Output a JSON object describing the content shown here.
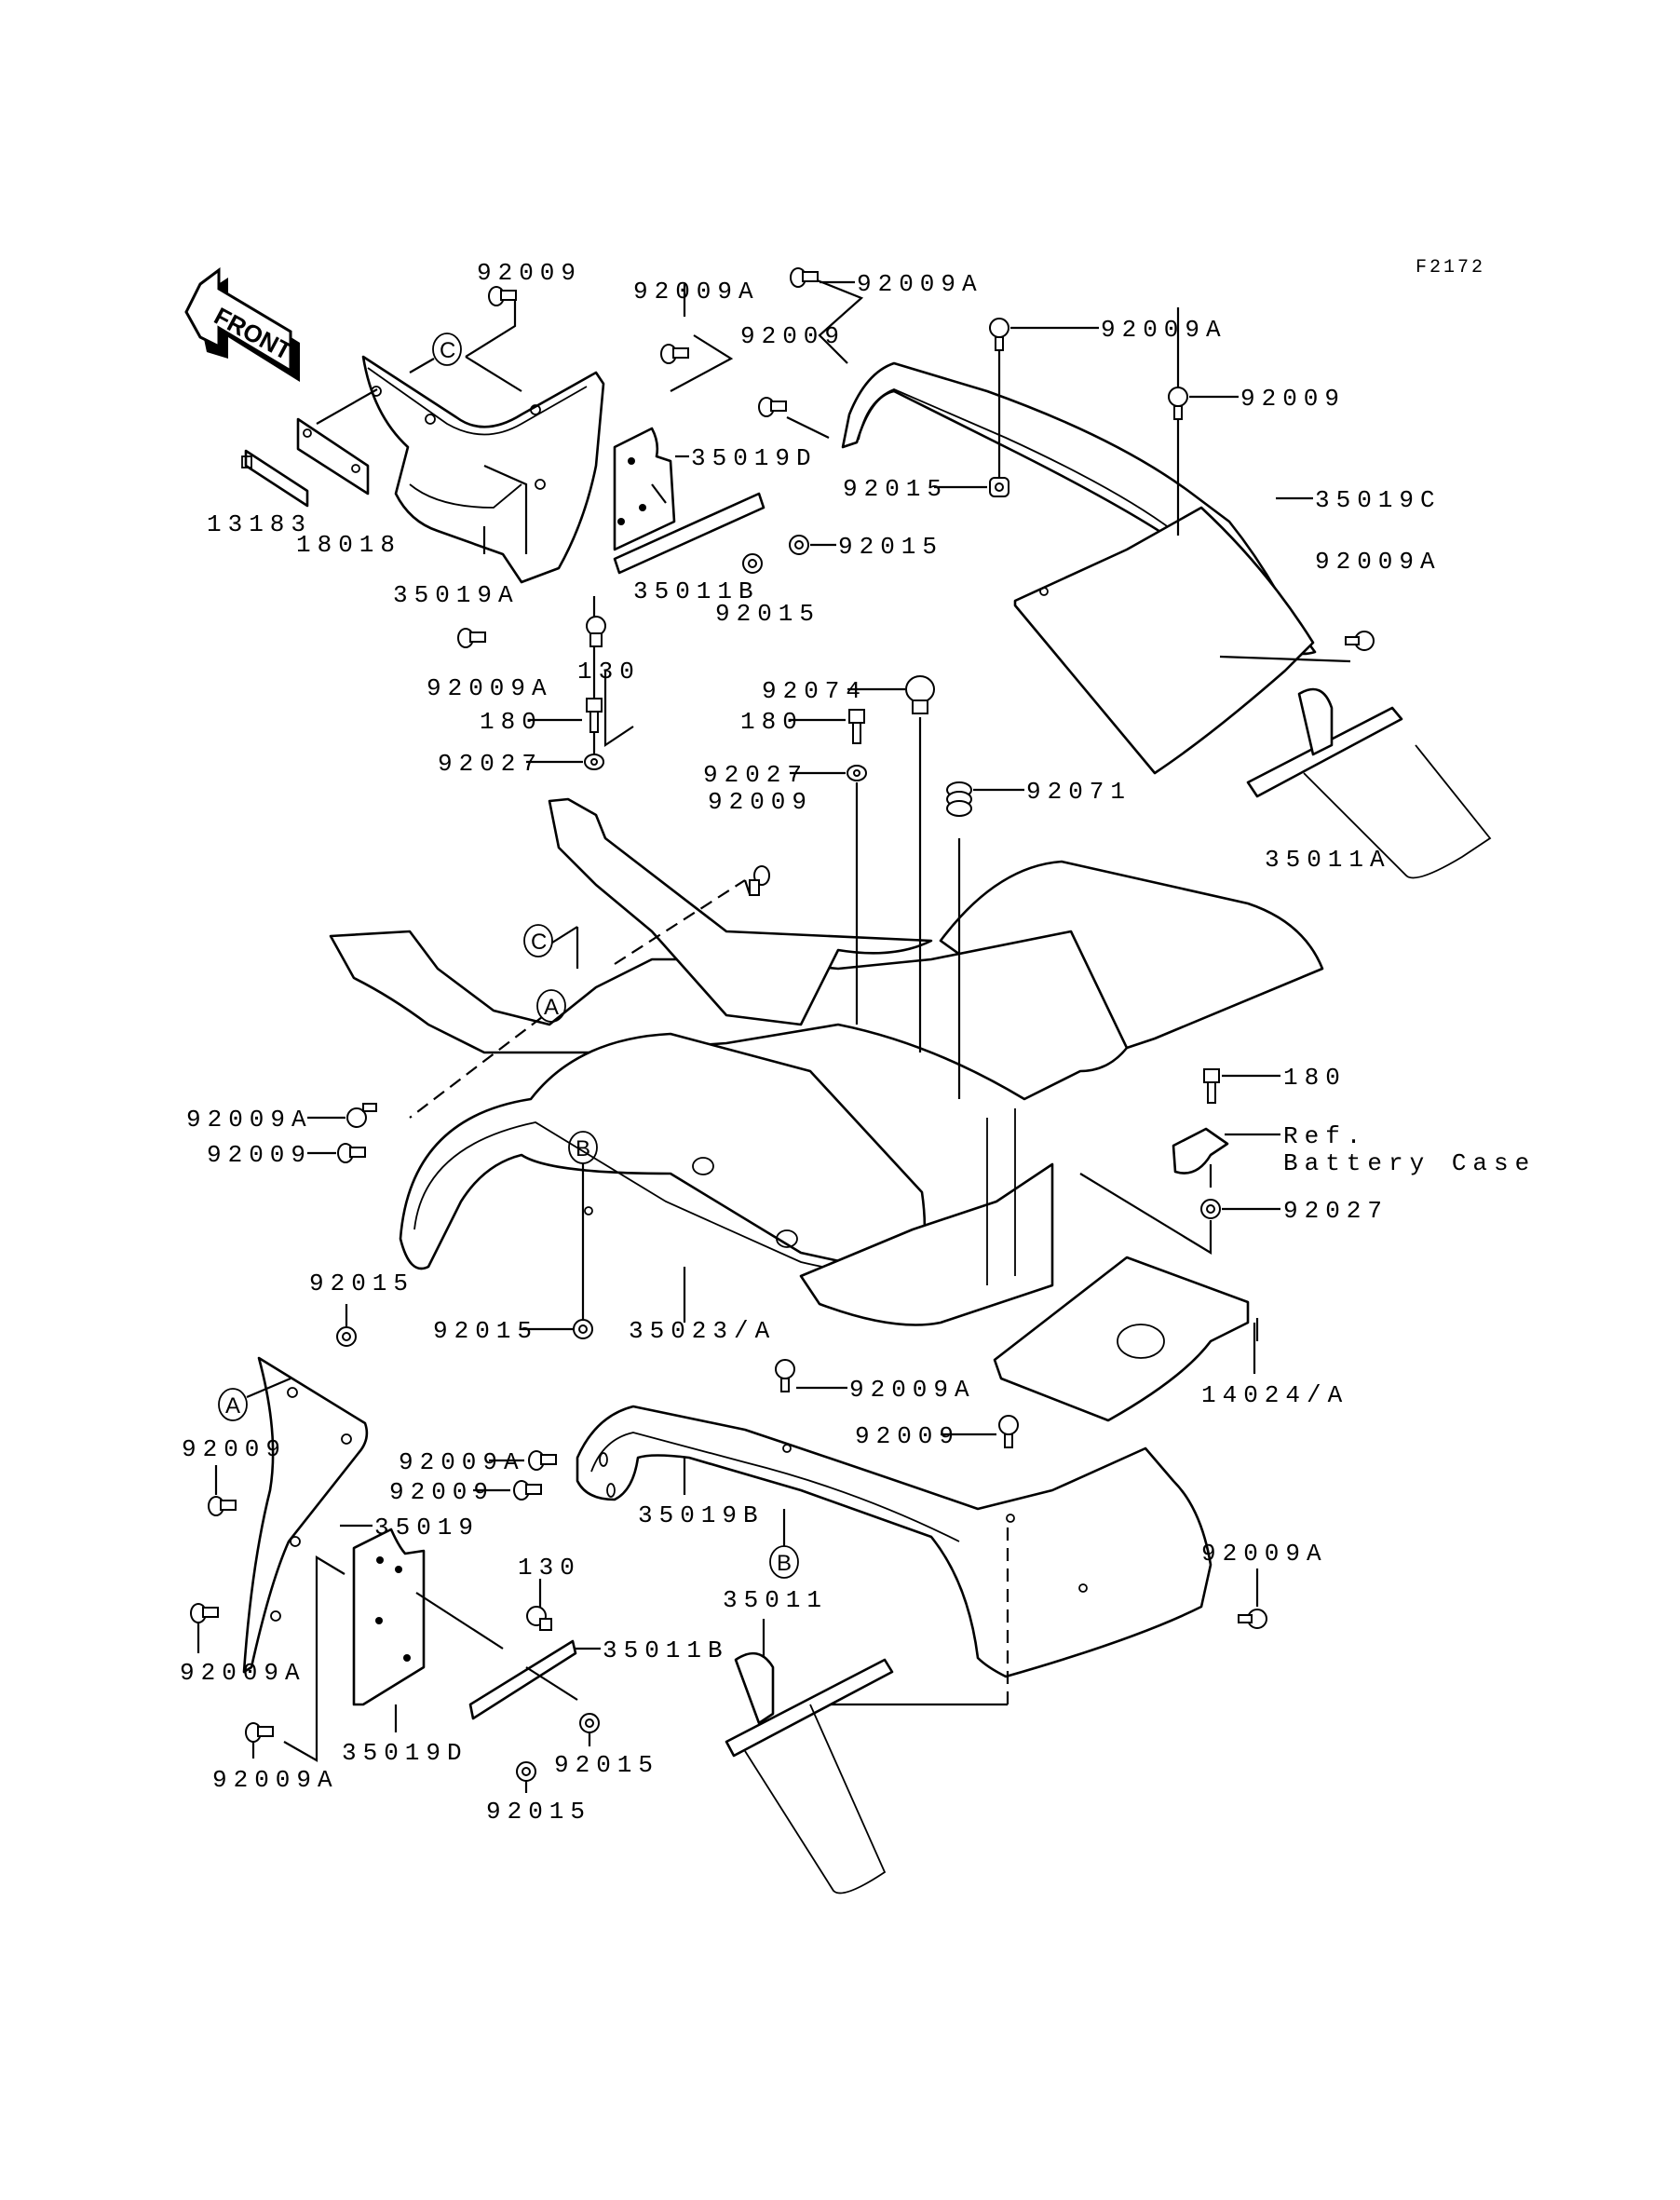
{
  "figure_id": "F2172",
  "direction_arrow": {
    "label": "FRONT",
    "icon": "front-arrow-icon"
  },
  "reference_markers": [
    "A",
    "B",
    "C"
  ],
  "callouts": [
    {
      "id": "c1",
      "text": "92009"
    },
    {
      "id": "c2",
      "text": "92009A"
    },
    {
      "id": "c3",
      "text": "92009A"
    },
    {
      "id": "c4",
      "text": "92009"
    },
    {
      "id": "c5",
      "text": "92009A"
    },
    {
      "id": "c6",
      "text": "92009"
    },
    {
      "id": "c7",
      "text": "35019D"
    },
    {
      "id": "c8",
      "text": "92015"
    },
    {
      "id": "c9",
      "text": "35019C"
    },
    {
      "id": "c10",
      "text": "13183"
    },
    {
      "id": "c11",
      "text": "18018"
    },
    {
      "id": "c12",
      "text": "35019A"
    },
    {
      "id": "c13",
      "text": "35011B"
    },
    {
      "id": "c14",
      "text": "92015"
    },
    {
      "id": "c15",
      "text": "92015"
    },
    {
      "id": "c16",
      "text": "92009A"
    },
    {
      "id": "c17",
      "text": "130"
    },
    {
      "id": "c18",
      "text": "92009A"
    },
    {
      "id": "c19",
      "text": "92074"
    },
    {
      "id": "c20",
      "text": "180"
    },
    {
      "id": "c21",
      "text": "180"
    },
    {
      "id": "c22",
      "text": "92027"
    },
    {
      "id": "c23",
      "text": "92027"
    },
    {
      "id": "c24",
      "text": "92009"
    },
    {
      "id": "c25",
      "text": "92071"
    },
    {
      "id": "c26",
      "text": "35011A"
    },
    {
      "id": "c27",
      "text": "92009A"
    },
    {
      "id": "c28",
      "text": "92009"
    },
    {
      "id": "c29",
      "text": "180"
    },
    {
      "id": "c30",
      "text": "Ref."
    },
    {
      "id": "c31",
      "text": "Battery Case"
    },
    {
      "id": "c32",
      "text": "92027"
    },
    {
      "id": "c33",
      "text": "92015"
    },
    {
      "id": "c34",
      "text": "92015"
    },
    {
      "id": "c35",
      "text": "35023/A"
    },
    {
      "id": "c36",
      "text": "92009A"
    },
    {
      "id": "c37",
      "text": "14024/A"
    },
    {
      "id": "c38",
      "text": "92009A"
    },
    {
      "id": "c39",
      "text": "92009"
    },
    {
      "id": "c40",
      "text": "92009"
    },
    {
      "id": "c41",
      "text": "35019B"
    },
    {
      "id": "c42",
      "text": "92009A"
    },
    {
      "id": "c43",
      "text": "35019"
    },
    {
      "id": "c44",
      "text": "130"
    },
    {
      "id": "c45",
      "text": "35011B"
    },
    {
      "id": "c46",
      "text": "35011"
    },
    {
      "id": "c47",
      "text": "92009A"
    },
    {
      "id": "c48",
      "text": "35019D"
    },
    {
      "id": "c49",
      "text": "92015"
    },
    {
      "id": "c50",
      "text": "92015"
    },
    {
      "id": "c51",
      "text": "92009A"
    },
    {
      "id": "c52",
      "text": "92009"
    }
  ]
}
